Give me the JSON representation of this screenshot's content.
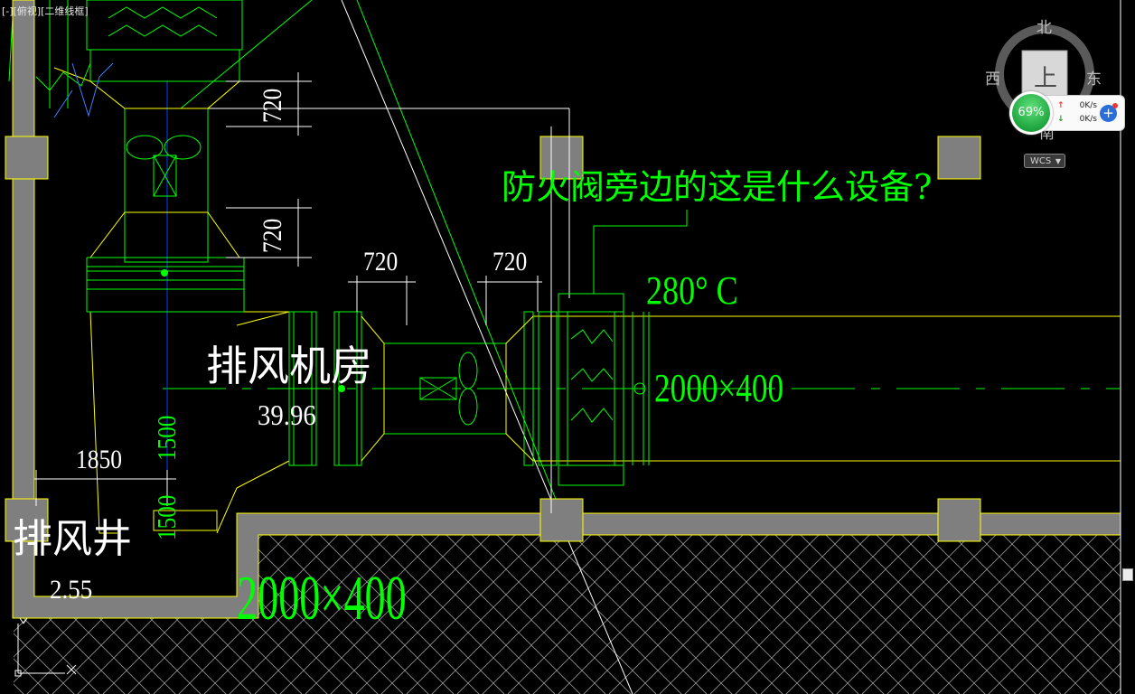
{
  "viewport": {
    "label": "[-][俯视][二维线框]"
  },
  "viewcube": {
    "north": "北",
    "south": "南",
    "east": "东",
    "west": "西",
    "face": "上",
    "wcs": "WCS"
  },
  "net_meter": {
    "percent": "69%",
    "upload": "0K/s",
    "download": "0K/s",
    "up_arrow": "↑",
    "down_arrow": "↓",
    "add_symbol": "+"
  },
  "drawing": {
    "question": "防火阀旁边的这是什么设备?",
    "temperature": "280° C",
    "duct_size_right": "2000×400",
    "duct_size_bottom": "2000×400",
    "dim_720_a": "720",
    "dim_720_b": "720",
    "dim_720_c": "720",
    "dim_720_d": "720",
    "dim_1850": "1850",
    "dim_1500_a": "1500",
    "dim_1500_b": "1500",
    "room_name": "排风机房",
    "room_elevation": "39.96",
    "shaft_name": "排风井",
    "shaft_value": "2.55"
  },
  "colors": {
    "background": "#000000",
    "wall_fill": "#7f7f7f",
    "wall_line": "#ffff00",
    "duct_line": "#ffff00",
    "equip_line": "#00ff00",
    "annotation": "#00ff00",
    "text": "#ffffff"
  }
}
